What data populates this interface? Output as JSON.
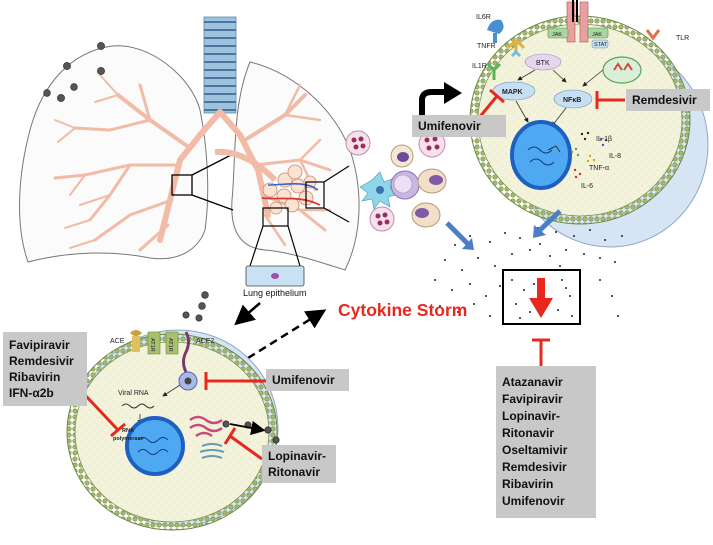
{
  "labels": {
    "lung_epithelium": "Lung epithelium",
    "cytokine_storm": "Cytokine Storm",
    "ace": "ACE",
    "ace2": "ACE2",
    "viral_rna": "Viral RNA",
    "rna_polymerase_1": "RNA",
    "rna_polymerase_2": "polymerase",
    "at1r": "AT1R",
    "il6r": "IL6R",
    "tnfr": "TNFR",
    "il1r": "IL1R",
    "tlr": "TLR",
    "jak_left": "JAK",
    "jak_right": "JAK",
    "stat": "STAT",
    "btk": "BTK",
    "mapk": "MAPK",
    "nfkb": "NFκB",
    "il1b": "IL-1β",
    "il8": "IL-8",
    "tnfa": "TNF-α",
    "il6": "IL-6"
  },
  "drug_boxes": {
    "umifenovir_top": [
      "Umifenovir"
    ],
    "remdesivir_top": [
      "Remdesivir"
    ],
    "umifenovir_mid": [
      "Umifenovir"
    ],
    "left_group": [
      "Favipiravir",
      "Remdesivir",
      "Ribavirin",
      "IFN-α2b"
    ],
    "lopinavir": [
      "Lopinavir-",
      "Ritonavir"
    ],
    "storm_group": [
      "Atazanavir",
      "Favipiravir",
      "Lopinavir-",
      "Ritonavir",
      "Oseltamivir",
      "Remdesivir",
      "Ribavirin",
      "Umifenovir"
    ]
  },
  "colors": {
    "inhibition": "#e8281e",
    "cytoplasm": "#f2f2d8",
    "membrane": "#b8c48a",
    "nucleus_fill": "#4fa9f2",
    "nucleus_ring": "#1f5fbf",
    "drug_box": "#c8c8c8",
    "blue_arrow": "#4a7fc8",
    "receptor_green": "#a8d5a0",
    "btk_fill": "#e4d6ee",
    "kinase_fill": "#c7dff2"
  }
}
